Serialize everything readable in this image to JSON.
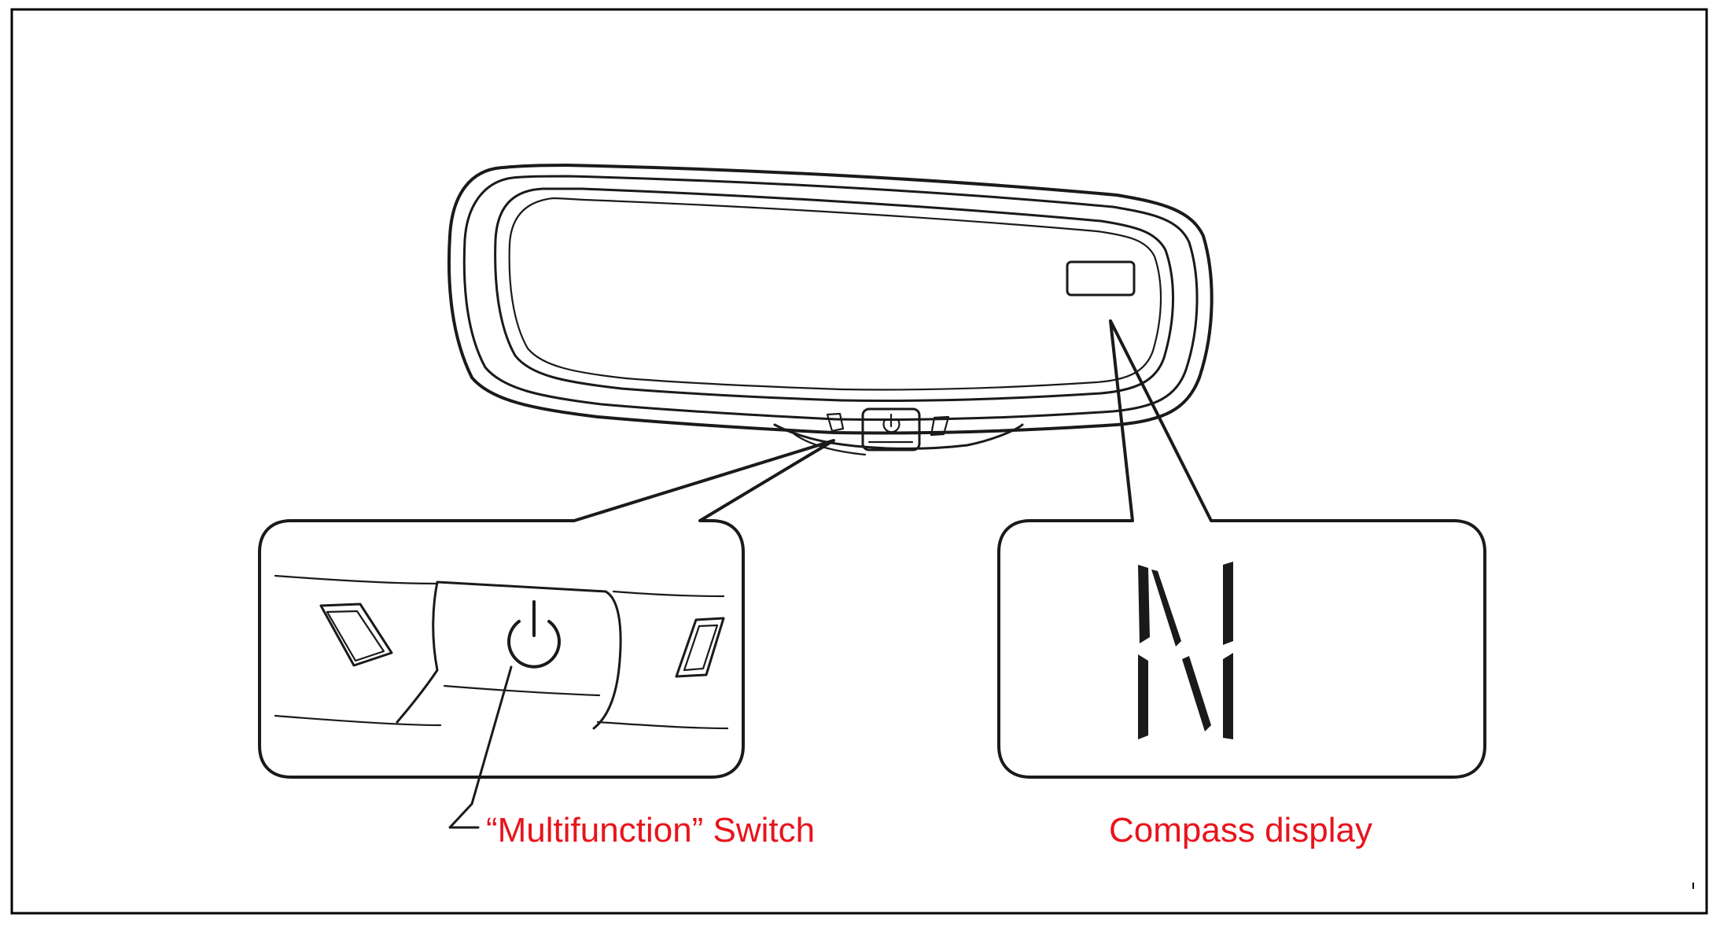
{
  "callouts": {
    "switch_label": "“Multifunction” Switch",
    "compass_label": "Compass display"
  },
  "compass": {
    "heading": "N"
  },
  "colors": {
    "label": "#e8141c",
    "line": "#1a1a1a",
    "frame": "#000000"
  },
  "icons": {
    "switch_symbol": "power-icon",
    "side_buttons": "small-button-icon"
  }
}
